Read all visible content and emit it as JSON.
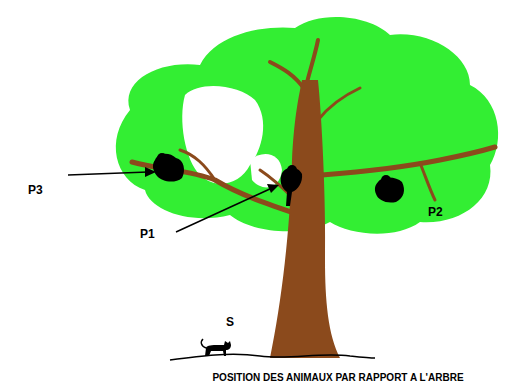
{
  "diagram": {
    "caption": "POSITION DES ANIMAUX PAR RAPPORT A L'ARBRE",
    "labels": [
      "P3",
      "P1",
      "P2",
      "S"
    ]
  }
}
